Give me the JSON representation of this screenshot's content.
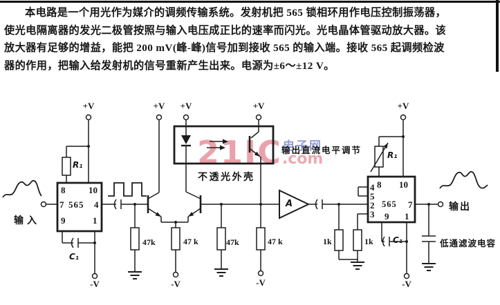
{
  "title_block": {
    "lines": [
      "本电路是一个用光作为媒介的调频传输系统。发射机把 565 锁相环用作电压控制振荡器，",
      "使光电隔离器的发光二极管按照与输入电压成正比的速率而闪光。光电晶体管驱动放大器。该",
      "放大器有足够的增益，能把 200 mV(峰-峰)信号加到接收 565 的输入端。接收 565 起调频检波",
      "器的作用，把输入给发射机的信号重新产生出来。电源为±6～±12 V。"
    ]
  },
  "watermark": {
    "brand": "21IC",
    "suffix": ".com",
    "site": "电子网"
  },
  "labels": {
    "plus_v": "+V",
    "minus_v": "-V",
    "input": "输入",
    "output": "输出",
    "opaque_case": "不透光外壳",
    "dc_level": "输出直流电平调节",
    "lowpass": "低通滤波电容",
    "amp": "A",
    "r1": "R₁",
    "c1": "C₁",
    "r47k": "47k",
    "r47k_spaced": "47 k",
    "r1k": "1k"
  },
  "left_ic": {
    "label": "565",
    "pins": {
      "p8": "8",
      "p10": "10",
      "p7": "7",
      "p4": "4",
      "p9": "9",
      "p1": "1"
    }
  },
  "right_ic": {
    "label": "565",
    "pins": {
      "p8": "8",
      "p10": "10",
      "p4": "4",
      "p5": "5",
      "p2": "2",
      "p3": "3",
      "p9": "9",
      "p1": "1",
      "p7": "7"
    }
  }
}
